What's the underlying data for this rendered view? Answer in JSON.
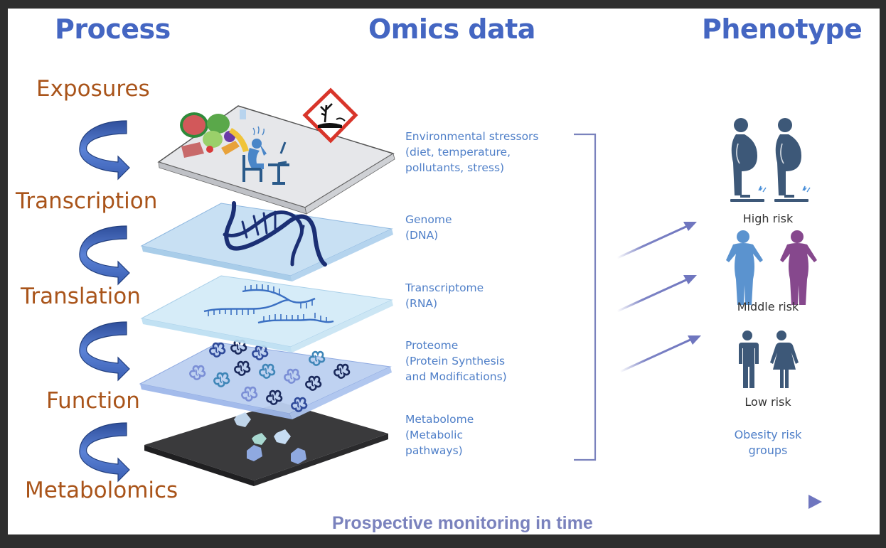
{
  "headers": {
    "process": "Process",
    "omics": "Omics data",
    "phenotype": "Phenotype"
  },
  "process_steps": [
    {
      "label": "Exposures"
    },
    {
      "label": "Transcription"
    },
    {
      "label": "Translation"
    },
    {
      "label": "Function"
    },
    {
      "label": "Metabolomics"
    }
  ],
  "omics_layers": [
    {
      "name": "environmental-stressors",
      "lines": [
        "Environmental stressors",
        "(diet, temperature,",
        "pollutants, stress)"
      ],
      "plate_color": "#e4e6ea",
      "icons": [
        "food-icon",
        "stressed-worker-icon",
        "environmental-hazard-icon"
      ]
    },
    {
      "name": "genome",
      "lines": [
        "Genome",
        "(DNA)"
      ],
      "plate_color": "#c9e0f2",
      "icons": [
        "dna-icon"
      ]
    },
    {
      "name": "transcriptome",
      "lines": [
        "Transcriptome",
        "(RNA)"
      ],
      "plate_color": "#d6ecf7",
      "icons": [
        "rna-icon"
      ]
    },
    {
      "name": "proteome",
      "lines": [
        "Proteome",
        "(Protein Synthesis",
        "and Modifications)"
      ],
      "plate_color": "#bfd0f0",
      "icons": [
        "protein-icon"
      ]
    },
    {
      "name": "metabolome",
      "lines": [
        "Metabolome",
        "(Metabolic",
        "pathways)"
      ],
      "plate_color": "#3b3b3d",
      "icons": [
        "metabolite-icon"
      ]
    }
  ],
  "phenotype": {
    "groups": [
      {
        "label": "High risk",
        "icons": [
          "obese-man-on-scale-icon",
          "obese-man-on-scale-icon"
        ]
      },
      {
        "label": "Middle risk",
        "icons": [
          "overweight-man-icon",
          "overweight-woman-icon"
        ]
      },
      {
        "label": "Low risk",
        "icons": [
          "man-icon",
          "woman-icon"
        ]
      }
    ],
    "caption_lines": [
      "Obesity risk",
      "groups"
    ]
  },
  "timeline": {
    "label": "Prospective monitoring in time"
  },
  "colors": {
    "header_blue": "#4466c2",
    "process_orange": "#a9541a",
    "omics_text_blue": "#4f7fc8",
    "arrow_blue": "#3f62b8",
    "connector_purple": "#6f76bf",
    "person_dark": "#3d5878",
    "person_blue": "#5b93cf",
    "person_purple": "#86488d",
    "hazard_red": "#d8352a"
  }
}
